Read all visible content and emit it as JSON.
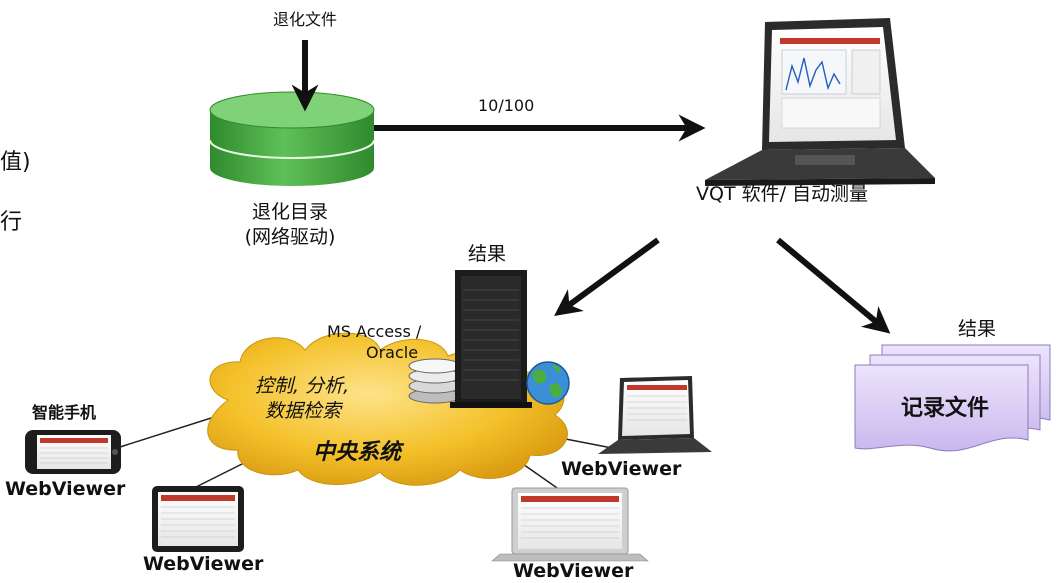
{
  "labels": {
    "degraded_files": "退化文件",
    "rate": "10/100",
    "degraded_dir_line1": "退化目录",
    "degraded_dir_line2": "(网络驱动)",
    "vqt": "VQT 软件/ 自动测量",
    "result_server": "结果",
    "result_files": "结果",
    "log_files": "记录文件",
    "db_line1": "MS Access /",
    "db_line2": "Oracle",
    "control_line1": "控制, 分析,",
    "control_line2": "数据检索",
    "central": "中央系统",
    "smartphone": "智能手机",
    "wv_phone": "WebViewer",
    "wv_tablet": "WebViewer",
    "wv_laptop_right": "WebViewer",
    "wv_laptop_bottom": "WebViewer",
    "cut_left_1": "值)",
    "cut_left_2": "执行"
  },
  "colors": {
    "cylinder_green": "#4fae4a",
    "cloud_yellow": "#f4c12a",
    "document_purple": "#d6c8f2",
    "arrow": "#111111"
  }
}
